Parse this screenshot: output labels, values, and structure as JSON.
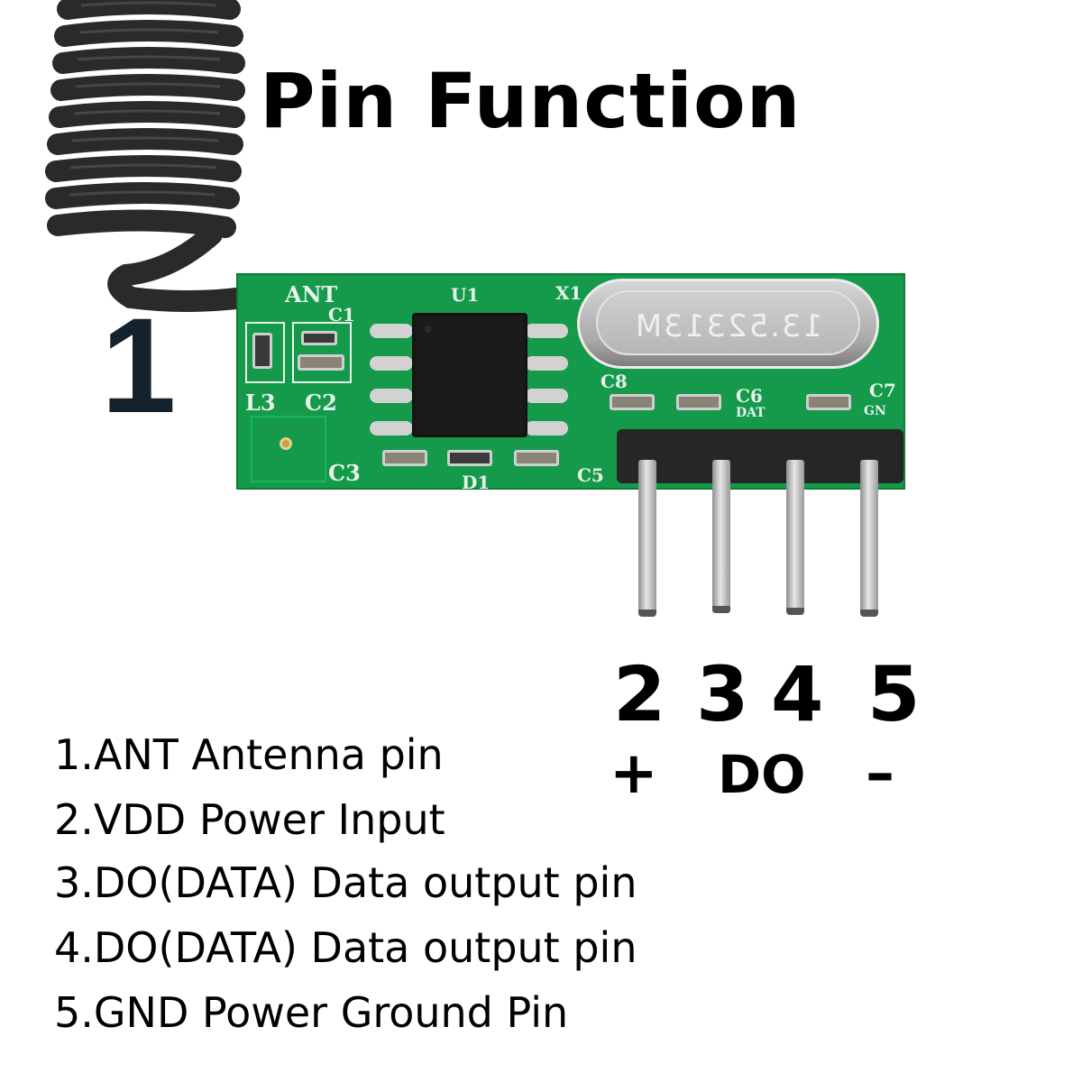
{
  "title": "Pin Function",
  "antenna_label_number": "1",
  "pcb": {
    "silkscreen": {
      "ant": "ANT",
      "u1": "U1",
      "x1": "X1",
      "c1": "C1",
      "l3": "L3",
      "c2": "C2",
      "c3": "C3",
      "d1": "D1",
      "c5": "C5",
      "c8": "C8",
      "c6": "C6",
      "c7": "C7",
      "dat": "DAT",
      "gnd": "GN"
    },
    "crystal_marking": "13.52313M",
    "colors": {
      "board": "#149a4a",
      "silkscreen": "#e8f3ea",
      "chip": "#1b1b1b"
    }
  },
  "pins": [
    {
      "number": "2",
      "sign": "+"
    },
    {
      "number": "3",
      "sign": ""
    },
    {
      "number": "4",
      "sign": ""
    },
    {
      "number": "5",
      "sign": "–"
    }
  ],
  "data_sign": "DO",
  "descriptions": [
    "1.ANT Antenna pin",
    "2.VDD Power Input",
    "3.DO(DATA) Data output pin",
    "4.DO(DATA) Data output pin",
    "5.GND Power Ground Pin"
  ]
}
